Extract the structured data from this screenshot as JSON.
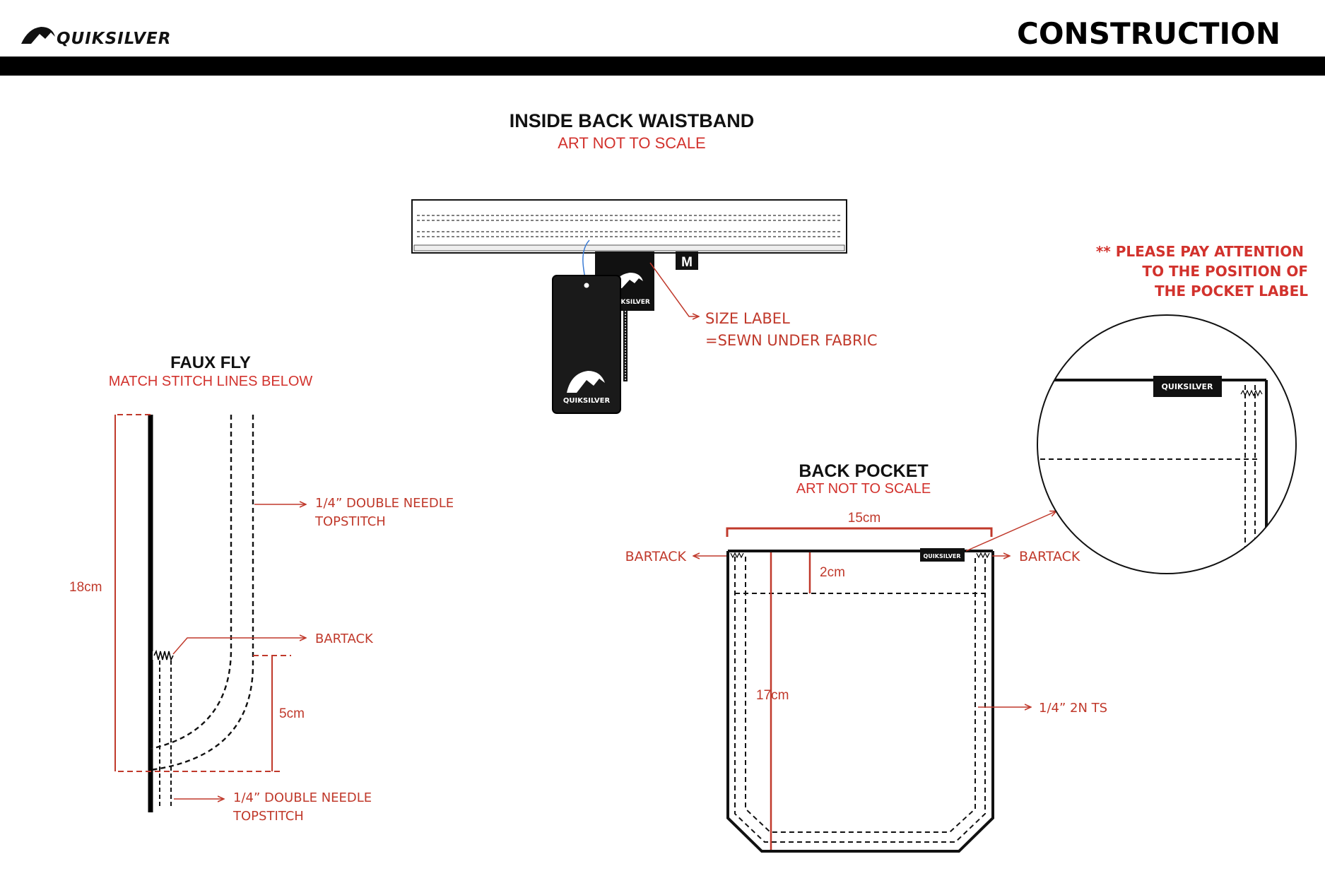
{
  "header": {
    "brand": "QUIKSILVER",
    "title": "CONSTRUCTION"
  },
  "waistband": {
    "title": "INSIDE BACK WAISTBAND",
    "subtitle": "ART NOT TO SCALE",
    "size_tag": "M",
    "hangtag_brand": "QUIKSILVER",
    "label_brand": "QUIKSILVER",
    "callout_line1": "SIZE LABEL",
    "callout_line2": "=SEWN UNDER FABRIC"
  },
  "faux_fly": {
    "title": "FAUX FLY",
    "subtitle": "MATCH STITCH LINES BELOW",
    "dim_total": "18cm",
    "dim_curve": "5cm",
    "callout_top_line1": "1/4” DOUBLE NEEDLE",
    "callout_top_line2": "TOPSTITCH",
    "callout_bartack": "BARTACK",
    "callout_bottom_line1": "1/4” DOUBLE NEEDLE",
    "callout_bottom_line2": "TOPSTITCH"
  },
  "back_pocket": {
    "title": "BACK POCKET",
    "subtitle": "ART NOT TO SCALE",
    "dim_width": "15cm",
    "dim_hem": "2cm",
    "dim_height": "17cm",
    "bartack_left": "BARTACK",
    "bartack_right": "BARTACK",
    "callout_topstitch": "1/4” 2N TS",
    "pocket_label": "QUIKSILVER"
  },
  "attention_note": {
    "line1": "** PLEASE PAY ATTENTION",
    "line2": "TO THE POSITION OF",
    "line3": "THE POCKET LABEL"
  },
  "detail_zoom": {
    "pocket_label": "QUIKSILVER"
  },
  "colors": {
    "accent_red": "#d2322d",
    "ink": "#111111",
    "header_bar": "#000000"
  }
}
